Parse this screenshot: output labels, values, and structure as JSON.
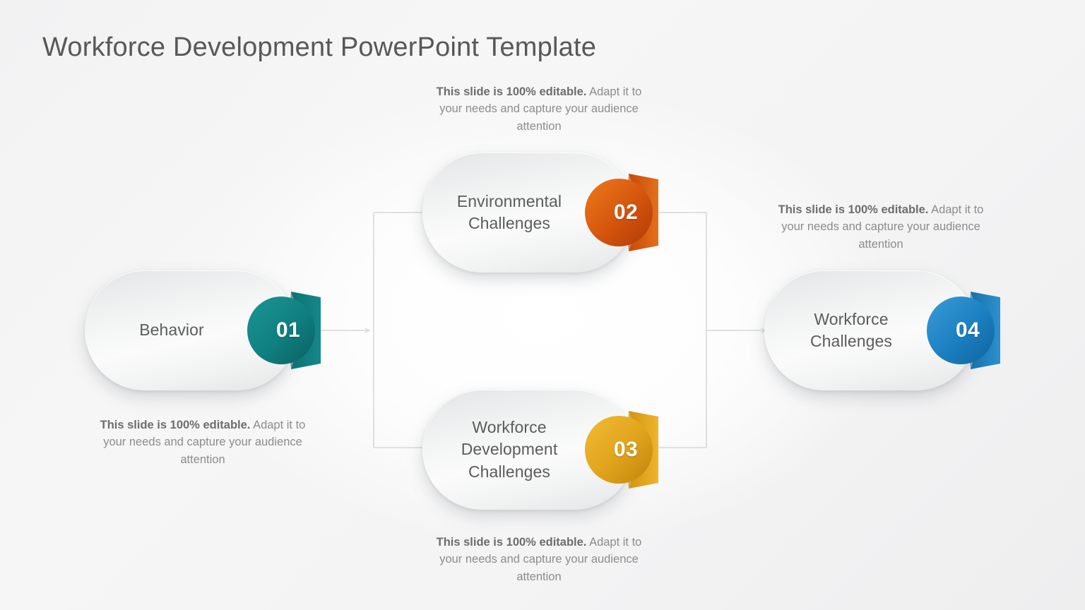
{
  "slide": {
    "title": "Workforce Development PowerPoint Template",
    "background_color": "#f4f4f5",
    "title_color": "#585858",
    "connector_color": "#d8d8d8"
  },
  "caption_text": {
    "bold": "This slide is 100% editable.",
    "rest": " Adapt it to your needs and capture your audience attention"
  },
  "nodes": [
    {
      "number": "01",
      "label": "Behavior",
      "color": "#107f80",
      "color_light": "#1a9597",
      "color_dark": "#0a5f61"
    },
    {
      "number": "02",
      "label": "Environmental\nChallenges",
      "color": "#d4540d",
      "color_light": "#ef7a1c",
      "color_dark": "#b03a06"
    },
    {
      "number": "03",
      "label": "Workforce\nDevelopment\nChallenges",
      "color": "#e0a31c",
      "color_light": "#f2bb34",
      "color_dark": "#c0830a"
    },
    {
      "number": "04",
      "label": "Workforce\nChallenges",
      "color": "#1b7fc0",
      "color_light": "#3a9bd8",
      "color_dark": "#0f639c"
    }
  ],
  "captions": [
    {
      "position": "top-center"
    },
    {
      "position": "bottom-left"
    },
    {
      "position": "right"
    },
    {
      "position": "bottom-center"
    }
  ]
}
